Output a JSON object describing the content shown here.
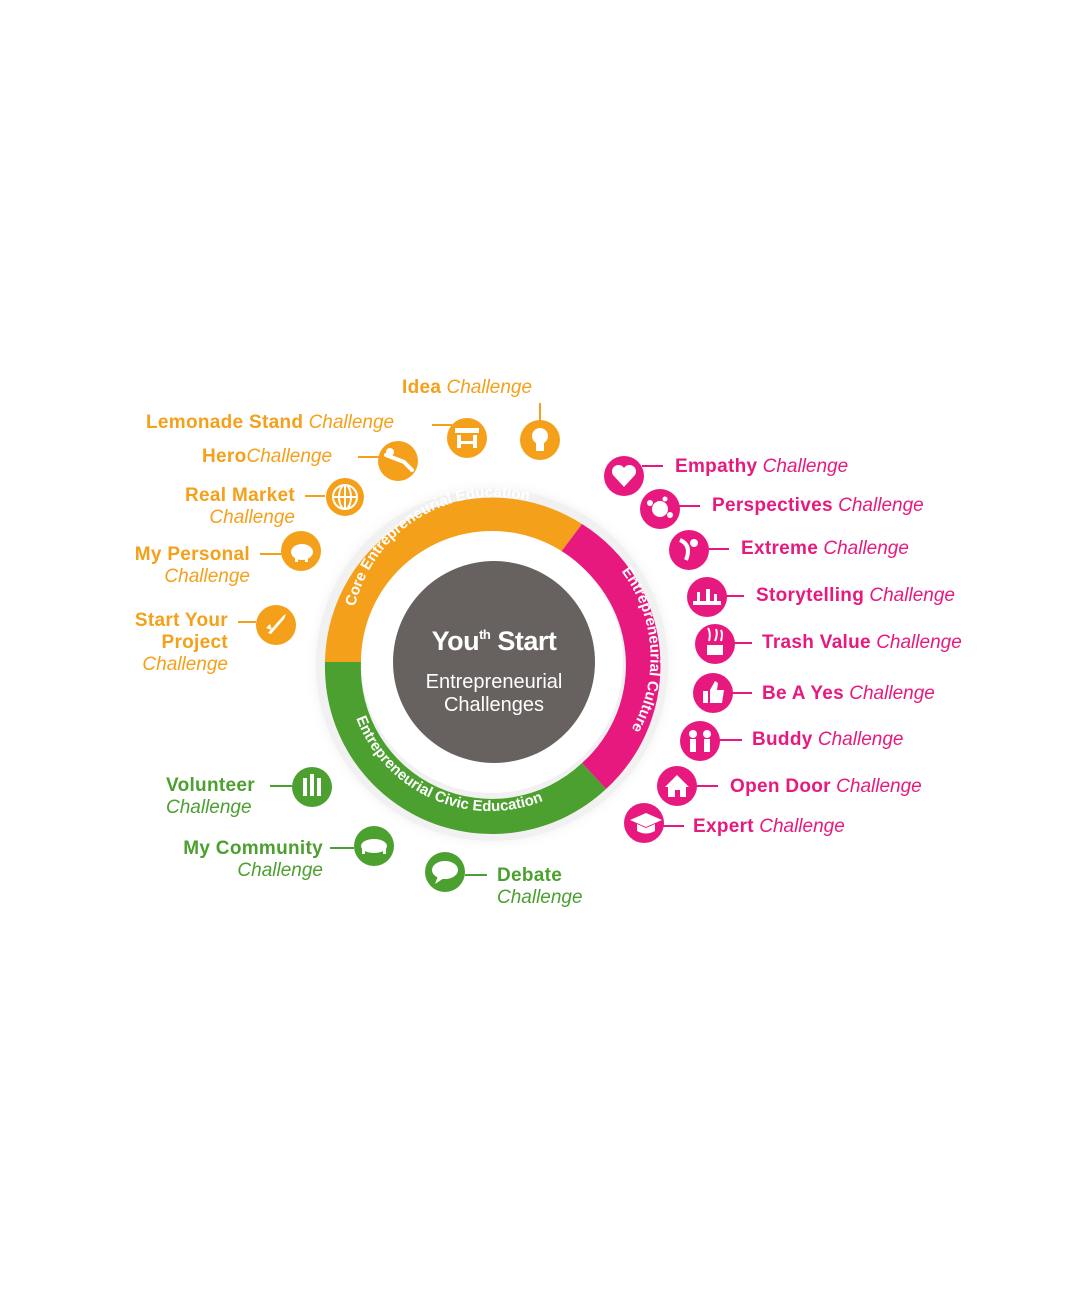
{
  "center": {
    "title_main": "You",
    "title_sup": "th",
    "title_rest": " Start",
    "line1": "Entrepreneurial",
    "line2": "Challenges"
  },
  "ring": {
    "top_left": "Core Entrepreneurial Education",
    "right": "Entrepreneurial Culture",
    "bottom": "Entrepreneurial Civic Education"
  },
  "colors": {
    "orange": "#F5A01A",
    "pink": "#E8197E",
    "green": "#4BA02F",
    "center": "#67625F"
  },
  "challenges": {
    "idea": {
      "name": "Idea",
      "suffix": "Challenge",
      "icon": "lightbulb-icon"
    },
    "lemonade": {
      "name": "Lemonade Stand",
      "suffix": "Challenge",
      "icon": "stand-icon"
    },
    "hero": {
      "name": "Hero",
      "suffix": "Challenge",
      "icon": "hero-icon"
    },
    "market": {
      "name": "Real Market",
      "suffix": "Challenge",
      "icon": "globe-icon"
    },
    "personal": {
      "name": "My Personal",
      "suffix": "Challenge",
      "icon": "piggy-bank-icon"
    },
    "project": {
      "name1": "Start Your",
      "name2": "Project",
      "suffix": "Challenge",
      "icon": "rocket-icon"
    },
    "empathy": {
      "name": "Empathy",
      "suffix": "Challenge",
      "icon": "heart-icon"
    },
    "perspectives": {
      "name": "Perspectives",
      "suffix": "Challenge",
      "icon": "splat-icon"
    },
    "extreme": {
      "name": "Extreme",
      "suffix": "Challenge",
      "icon": "climber-icon"
    },
    "storytelling": {
      "name": "Storytelling",
      "suffix": "Challenge",
      "icon": "scene-icon"
    },
    "trash": {
      "name": "Trash Value",
      "suffix": "Challenge",
      "icon": "trash-icon"
    },
    "yes": {
      "name": "Be A Yes",
      "suffix": "Challenge",
      "icon": "thumbs-up-icon"
    },
    "buddy": {
      "name": "Buddy",
      "suffix": "Challenge",
      "icon": "buddies-icon"
    },
    "opendoor": {
      "name": "Open Door",
      "suffix": "Challenge",
      "icon": "house-icon"
    },
    "expert": {
      "name": "Expert",
      "suffix": "Challenge",
      "icon": "graduation-cap-icon"
    },
    "volunteer": {
      "name": "Volunteer",
      "suffix": "Challenge",
      "icon": "hands-icon"
    },
    "community": {
      "name": "My Community",
      "suffix": "Challenge",
      "icon": "community-icon"
    },
    "debate": {
      "name": "Debate",
      "suffix": "Challenge",
      "icon": "speech-bubble-icon"
    }
  }
}
